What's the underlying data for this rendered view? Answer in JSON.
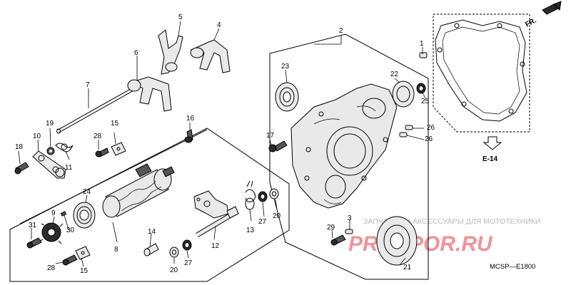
{
  "callouts": {
    "p1": "1",
    "p2": "2",
    "p3": "3",
    "p4": "4",
    "p5": "5",
    "p6": "6",
    "p7": "7",
    "p8": "8",
    "p9": "9",
    "p10": "10",
    "p11": "11",
    "p12": "12",
    "p13": "13",
    "p14": "14",
    "p15a": "15",
    "p15b": "15",
    "p16": "16",
    "p17": "17",
    "p18": "18",
    "p19": "19",
    "p20a": "20",
    "p20b": "20",
    "p21": "21",
    "p22": "22",
    "p23": "23",
    "p24": "24",
    "p25": "25",
    "p26a": "26",
    "p26b": "26",
    "p27a": "27",
    "p27b": "27",
    "p28a": "28",
    "p28b": "28",
    "p29": "29",
    "p30": "30",
    "p31": "31"
  },
  "references": {
    "front": "FR.",
    "section": "E-14"
  },
  "diagram_code": "MCSP—E1800",
  "watermark": {
    "text": "ЗАПЧАСТИ И АКСЕССУАРЫ ДЛЯ МОТОТЕХНИКИ",
    "logo": "PROSPOR.RU"
  }
}
